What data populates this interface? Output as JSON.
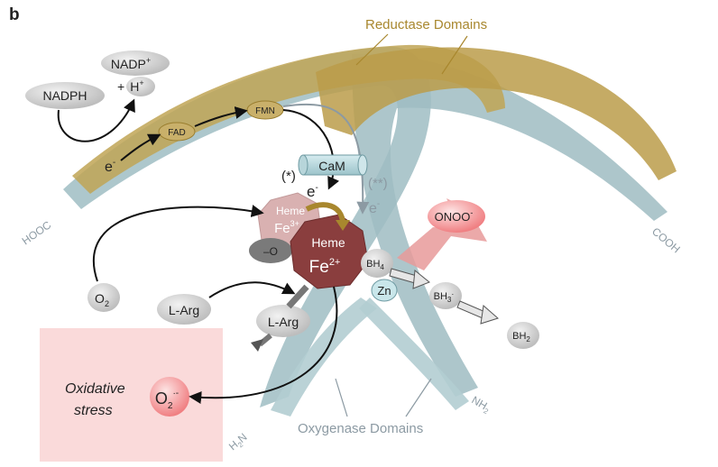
{
  "panel_letter": "b",
  "labels": {
    "reductase": "Reductase Domains",
    "oxygenase": "Oxygenase Domains",
    "hooc": "HOOC",
    "cooh": "COOH",
    "h2n_h": "H",
    "h2n_sub": "2",
    "h2n_n": "N",
    "nh2_n": "NH",
    "nh2_sub": "2",
    "nadph": "NADPH",
    "nadp": "NADP",
    "nadp_sup": "+",
    "plus": "+",
    "h": "H",
    "h_sup": "+",
    "fad": "FAD",
    "fmn": "FMN",
    "electron": "e",
    "electron_sup": "-",
    "cam": "CaM",
    "star1": "(*)",
    "star2": "(**)",
    "heme": "Heme",
    "fe3": "Fe",
    "fe3_sup": "3+",
    "fe2": "Fe",
    "fe2_sup": "2+",
    "o_minus": "–O",
    "o2": "O",
    "o2_sub": "2",
    "larg": "L-Arg",
    "onoo": "ONOO",
    "onoo_sup": "-",
    "bh4": "BH",
    "bh4_sub": "4",
    "bh3": "BH",
    "bh3_sub": "3",
    "bh3_sup": "·",
    "bh2": "BH",
    "bh2_sub": "2",
    "zn": "Zn",
    "oxidative1": "Oxidative",
    "oxidative2": "stress",
    "superoxide": "O",
    "superoxide_sub": "2",
    "superoxide_sup": "·-"
  },
  "colors": {
    "reductase_gold": "#c0a455",
    "oxygenase_teal": "#a4c1c6",
    "heme_dark": "#8a3e3e",
    "heme_light": "#d9b1b1",
    "onoo_pink": "#e89a9a",
    "stress_box": "#fadada"
  }
}
